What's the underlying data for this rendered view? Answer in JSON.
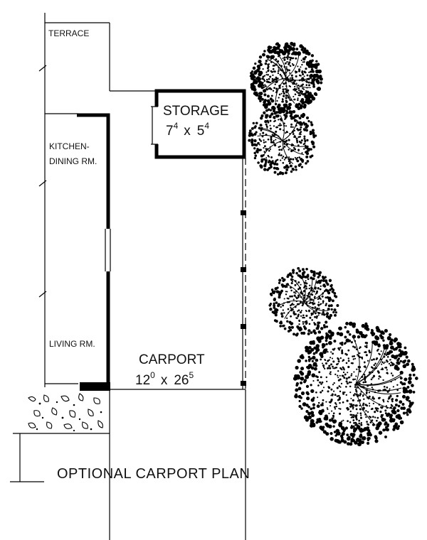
{
  "rooms": {
    "terrace": "TERRACE",
    "kitchen_line1": "KITCHEN-",
    "kitchen_line2": "DINING RM.",
    "living": "LIVING RM.",
    "storage": {
      "name": "STORAGE",
      "width_ft": "7",
      "width_in": "4",
      "depth_ft": "5",
      "depth_in": "4",
      "times": "x"
    },
    "carport": {
      "name": "CARPORT",
      "width_ft": "12",
      "width_in": "0",
      "depth_ft": "26",
      "depth_in": "5",
      "times": "x"
    }
  },
  "caption": "OPTIONAL CARPORT PLAN",
  "colors": {
    "ink": "#000000",
    "paper": "#ffffff"
  }
}
